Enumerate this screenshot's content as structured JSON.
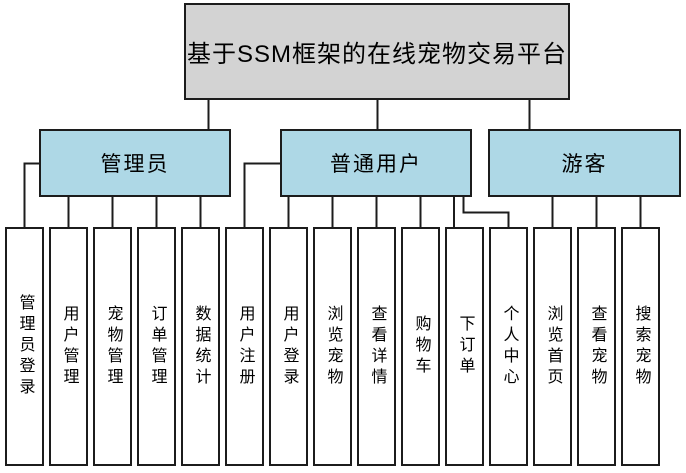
{
  "diagram": {
    "title": "基于SSM框架的在线宠物交易平台",
    "colors": {
      "title_fill": "#d3d3d3",
      "group_fill": "#aed8e6",
      "leaf_fill": "#ffffff",
      "line": "#1c1c1c",
      "background": "#ffffff"
    },
    "groups": [
      {
        "label": "管理员",
        "children": [
          "管理员登录",
          "用户管理",
          "宠物管理",
          "订单管理",
          "数据统计"
        ]
      },
      {
        "label": "普通用户",
        "children": [
          "用户注册",
          "用户登录",
          "浏览宠物",
          "查看详情",
          "购物车",
          "下订单",
          "个人中心"
        ]
      },
      {
        "label": "游客",
        "children": [
          "浏览首页",
          "查看宠物",
          "搜索宠物"
        ]
      }
    ]
  }
}
